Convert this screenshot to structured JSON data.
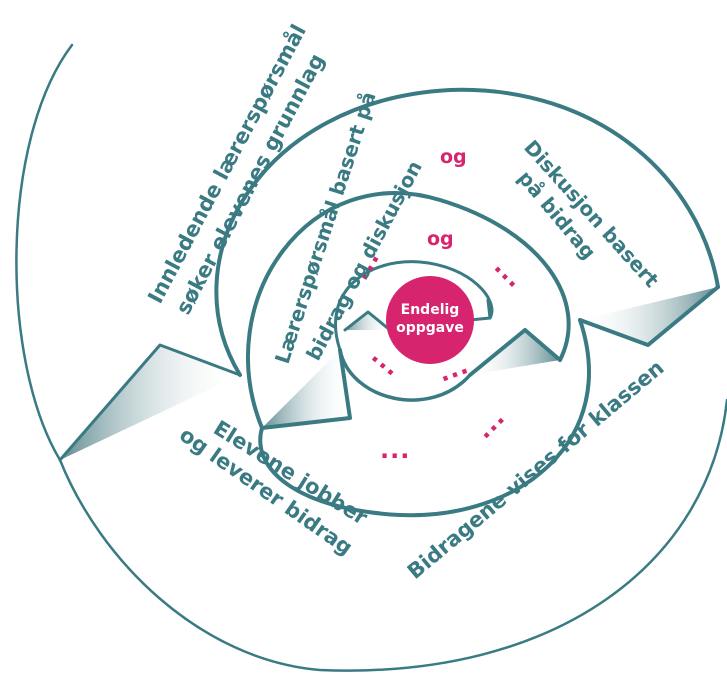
{
  "diagram": {
    "center": {
      "line1": "Endelig",
      "line2": "oppgave",
      "color": "#d6246e"
    },
    "stroke_color": "#3a7a83",
    "accent_color": "#d6246e",
    "labels": {
      "outer_top": {
        "line1": "Innledende lærerspørsmål",
        "line2": "søker elevenes grunnlag"
      },
      "outer_bottom_left": {
        "line1": "Elevene jobber",
        "line2": "og leverer bidrag"
      },
      "outer_bottom_right": "Bidragene vises for klassen",
      "middle_left": {
        "line1": "Lærerspørsmål basert på",
        "line2": "bidrag og diskusjon"
      },
      "middle_right": {
        "line1": "Diskusjon basert",
        "line2": "på bidrag"
      },
      "og_top": "og",
      "og_inner": "og"
    },
    "ellipsis": [
      "...",
      "...",
      "...",
      "...",
      "...",
      "..."
    ]
  }
}
